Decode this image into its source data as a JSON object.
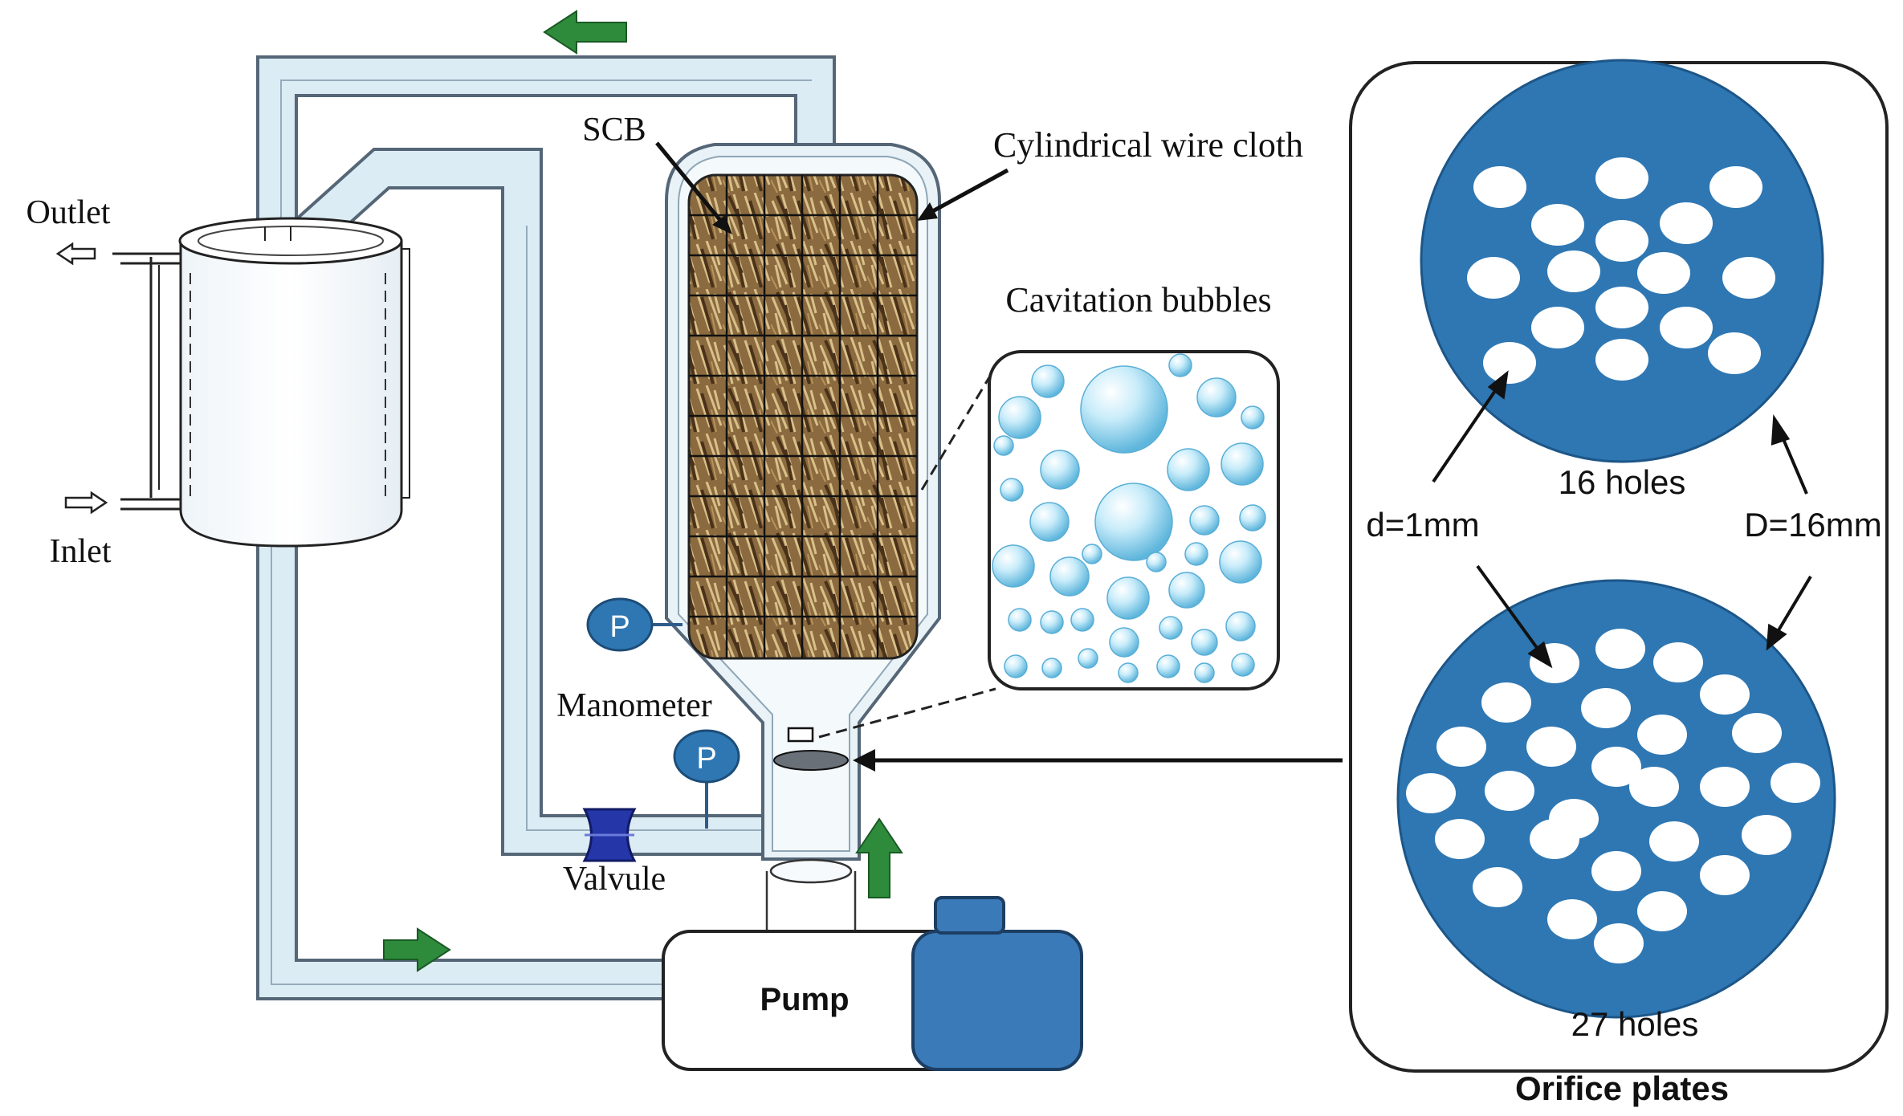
{
  "labels": {
    "scb": "SCB",
    "wire_cloth": "Cylindrical wire cloth",
    "bubbles": "Cavitation bubbles",
    "outlet": "Outlet",
    "inlet": "Inlet",
    "manometer": "Manometer",
    "valve": "Valvule",
    "pump": "Pump",
    "pressure_symbol": "P",
    "plate_top_caption": "16 holes",
    "plate_bottom_caption": "27 holes",
    "hole_diameter": "d=1mm",
    "plate_diameter": "D=16mm",
    "panel_title": "Orifice plates"
  },
  "colors": {
    "pipe_fill": "#dcecf4",
    "pipe_stroke": "#556677",
    "plate_blue": "#2e77b3",
    "arrow_green": "#2e8b3c",
    "valve_blue": "#2436a8",
    "pump_motor": "#3a7ab8",
    "biomass": "#8a6a3e"
  },
  "icons": {
    "flow_arrow": "green-flow-arrow-icon",
    "io_arrow": "hollow-arrow-icon",
    "gauge": "pressure-gauge-icon",
    "valve": "valve-icon"
  }
}
